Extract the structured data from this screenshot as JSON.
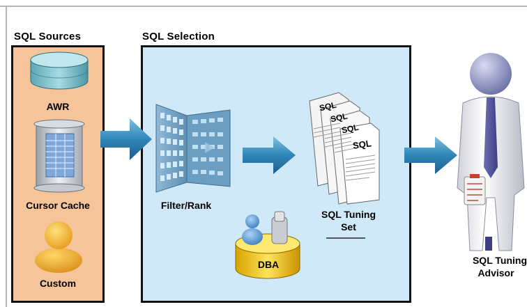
{
  "sources": {
    "title": "SQL Sources",
    "items": [
      {
        "label": "AWR",
        "icon": "database-icon"
      },
      {
        "label": "Cursor Cache",
        "icon": "scroll-document-icon"
      },
      {
        "label": "Custom",
        "icon": "user-icon"
      }
    ]
  },
  "selection": {
    "title": "SQL Selection",
    "filter_label": "Filter/Rank",
    "sts_label_line1": "SQL Tuning",
    "sts_label_line2": "Set",
    "dba_label": "DBA",
    "doc_text": "SQL"
  },
  "advisor": {
    "label_line1": "SQL Tuning",
    "label_line2": "Advisor"
  },
  "colors": {
    "source_panel_bg": "#f6c49a",
    "selection_panel_bg": "#cfe9f8",
    "arrow": "#2f7fb0"
  }
}
